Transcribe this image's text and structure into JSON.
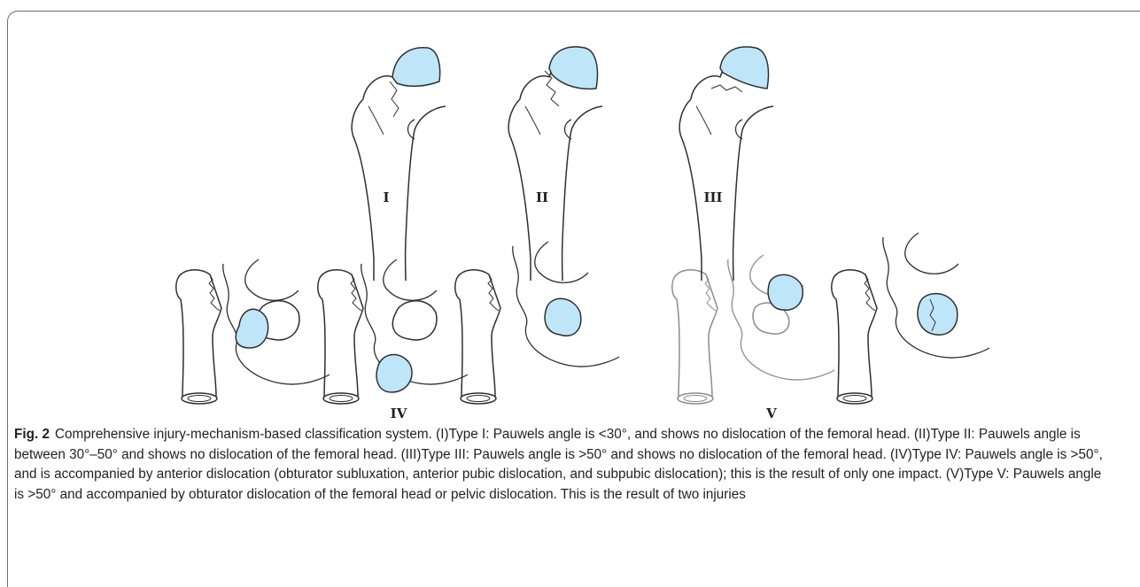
{
  "figure": {
    "label": "Fig. 2",
    "caption": "Comprehensive injury-mechanism-based classification system. (I)Type I: Pauwels angle is <30°, and shows no dislocation of the femoral head. (II)Type II: Pauwels angle is between 30°–50° and shows no dislocation of the femoral head. (III)Type III: Pauwels angle is >50° and shows no dislocation of the femoral head. (IV)Type IV: Pauwels angle is >50°, and is accompanied by anterior dislocation (obturator subluxation, anterior pubic dislocation, and subpubic dislocation); this is the result of only one impact. (V)Type V: Pauwels angle is >50° and accompanied by obturator dislocation of the femoral head or pelvic dislocation. This is the result of two injuries",
    "panel_labels": {
      "type_1": "I",
      "type_2": "II",
      "type_3": "III",
      "type_4": "IV",
      "type_5": "V"
    }
  },
  "colors": {
    "femoral_head_fill": "#bfe6f8",
    "line": "#2f2f2f",
    "faint_line": "#9a9a9a",
    "frame": "#6d6e71",
    "text": "#231f20"
  }
}
